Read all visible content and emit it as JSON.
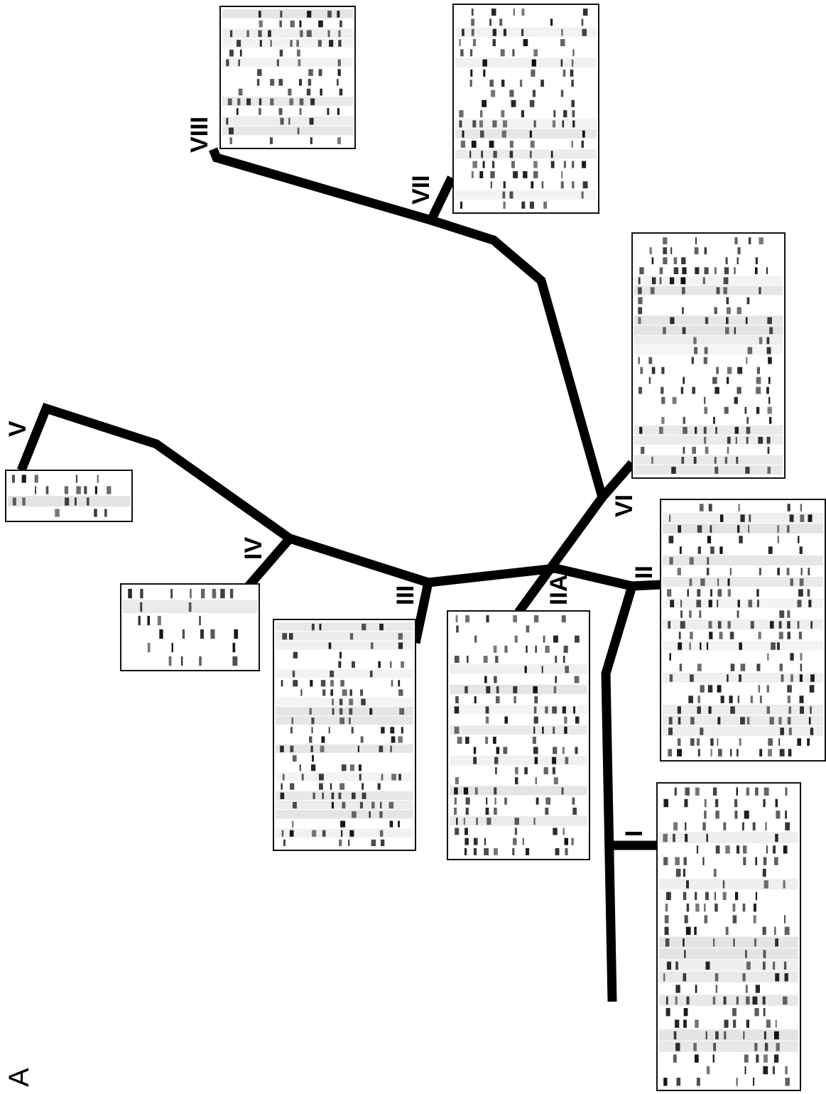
{
  "figure_label": "A",
  "clusters": [
    {
      "id": "I",
      "label": "I"
    },
    {
      "id": "II",
      "label": "II"
    },
    {
      "id": "IIA",
      "label": "IIA"
    },
    {
      "id": "III",
      "label": "III"
    },
    {
      "id": "IV",
      "label": "IV"
    },
    {
      "id": "V",
      "label": "V"
    },
    {
      "id": "VI",
      "label": "VI"
    },
    {
      "id": "VII",
      "label": "VII"
    },
    {
      "id": "VIII",
      "label": "VIII"
    }
  ],
  "gel_panels": [
    {
      "cluster": "I",
      "lanes": 26
    },
    {
      "cluster": "II",
      "lanes": 24
    },
    {
      "cluster": "IIA",
      "lanes": 24
    },
    {
      "cluster": "III",
      "lanes": 24
    },
    {
      "cluster": "IV",
      "lanes": 6
    },
    {
      "cluster": "V",
      "lanes": 4
    },
    {
      "cluster": "VI",
      "lanes": 24
    },
    {
      "cluster": "VII",
      "lanes": 20
    },
    {
      "cluster": "VIII",
      "lanes": 14
    }
  ]
}
